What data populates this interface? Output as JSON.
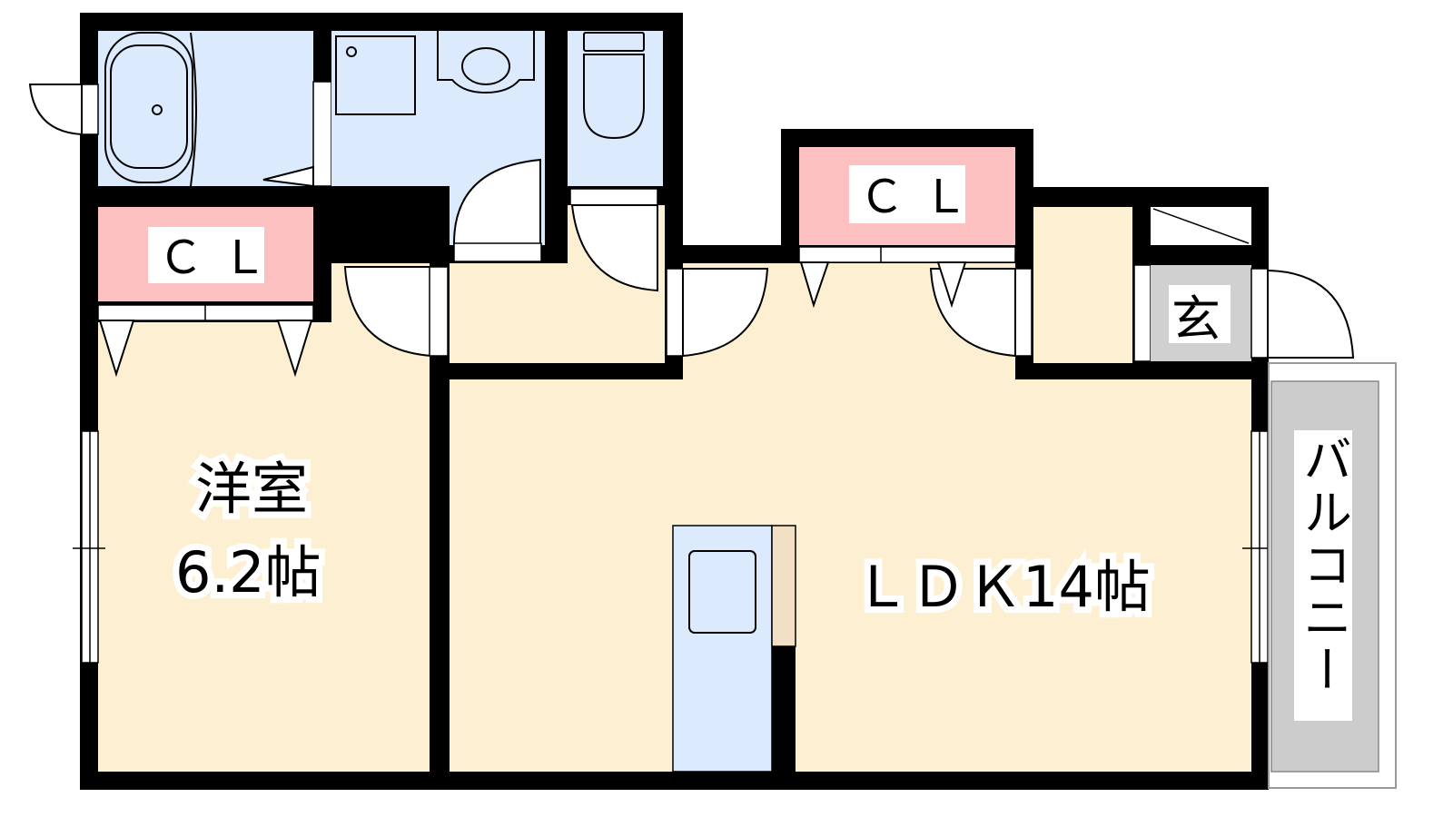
{
  "plan": {
    "closet_left": "ＣＬ",
    "closet_right": "ＣＬ",
    "western_room_name": "洋室",
    "western_room_size": "6.2帖",
    "ldk": "ＬＤＫ14帖",
    "entrance": "玄",
    "balcony": "バルコニー"
  },
  "colors": {
    "wall": "#000000",
    "floor": "#fdf0d2",
    "wet_area": "#dbeafc",
    "closet": "#fcc0c0",
    "entrance": "#d0d0d0"
  }
}
